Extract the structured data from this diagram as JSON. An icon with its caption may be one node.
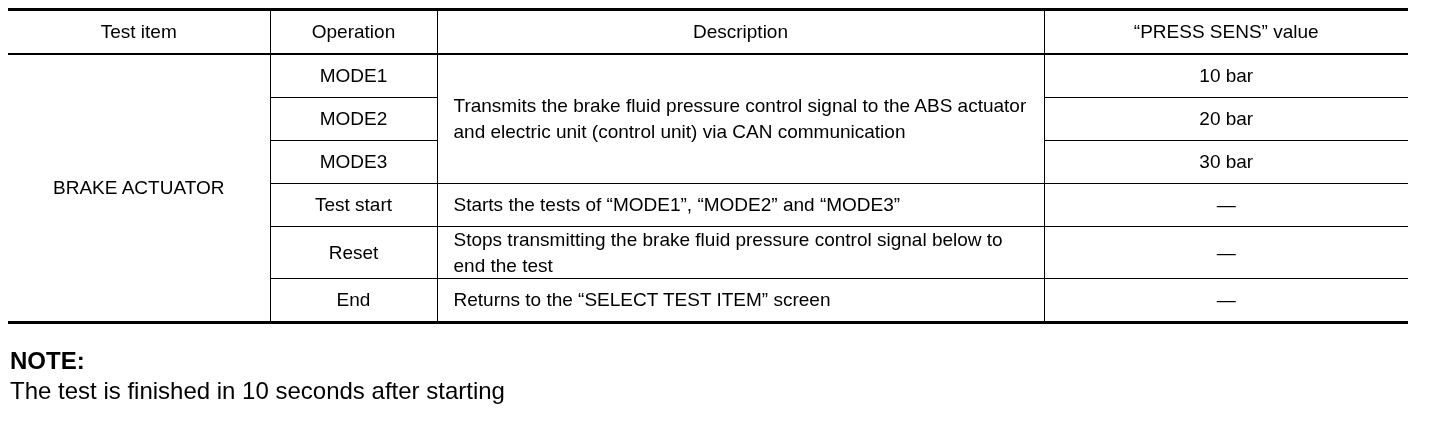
{
  "diagram": {
    "labels": [
      "Test item",
      "Operation",
      "Description",
      "“PRESS SENS” value",
      "BRAKE ACTUATOR",
      "MODE1",
      "Transmits the brake fluid pressure control signal to the ABS actuator and electric unit (control unit) via CAN communication",
      "10 bar",
      "MODE2",
      "20 bar",
      "MODE3",
      "30 bar",
      "Test start",
      "Starts the tests of “MODE1”, “MODE2” and “MODE3”",
      "—",
      "Reset",
      "Stops transmitting the brake fluid pressure control signal below to end the test",
      "—",
      "End",
      "Returns to the “SELECT TEST ITEM” screen",
      "—",
      "NOTE:",
      "The test is finished in 10 seconds after starting"
    ]
  }
}
